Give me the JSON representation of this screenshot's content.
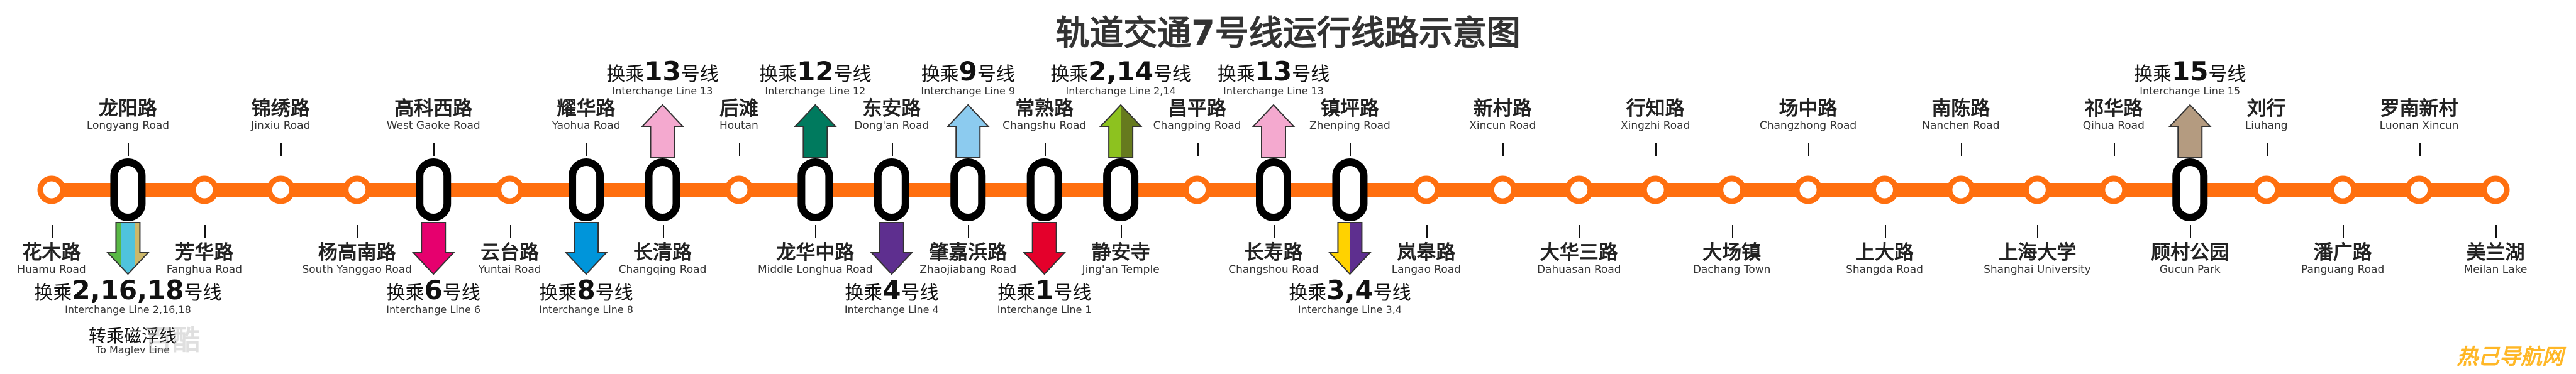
{
  "title": "轨道交通7号线运行线路示意图",
  "line_color": "#FF6F0F",
  "stations": [
    {
      "zh": "花木路",
      "en": "Huamu Road",
      "pos": "below"
    },
    {
      "zh": "龙阳路",
      "en": "Longyang Road",
      "pos": "above",
      "interchange": true
    },
    {
      "zh": "芳华路",
      "en": "Fanghua Road",
      "pos": "below"
    },
    {
      "zh": "锦绣路",
      "en": "Jinxiu Road",
      "pos": "above"
    },
    {
      "zh": "杨高南路",
      "en": "South Yanggao Road",
      "pos": "below"
    },
    {
      "zh": "高科西路",
      "en": "West Gaoke Road",
      "pos": "above",
      "interchange": true
    },
    {
      "zh": "云台路",
      "en": "Yuntai Road",
      "pos": "below"
    },
    {
      "zh": "耀华路",
      "en": "Yaohua Road",
      "pos": "above",
      "interchange": true
    },
    {
      "zh": "长清路",
      "en": "Changqing Road",
      "pos": "below",
      "interchange": true
    },
    {
      "zh": "后滩",
      "en": "Houtan",
      "pos": "above"
    },
    {
      "zh": "龙华中路",
      "en": "Middle Longhua Road",
      "pos": "below",
      "interchange": true
    },
    {
      "zh": "东安路",
      "en": "Dong'an Road",
      "pos": "above",
      "interchange": true
    },
    {
      "zh": "肇嘉浜路",
      "en": "Zhaojiabang Road",
      "pos": "below",
      "interchange": true
    },
    {
      "zh": "常熟路",
      "en": "Changshu Road",
      "pos": "above",
      "interchange": true
    },
    {
      "zh": "静安寺",
      "en": "Jing'an Temple",
      "pos": "below",
      "interchange": true
    },
    {
      "zh": "昌平路",
      "en": "Changping Road",
      "pos": "above"
    },
    {
      "zh": "长寿路",
      "en": "Changshou Road",
      "pos": "below",
      "interchange": true
    },
    {
      "zh": "镇坪路",
      "en": "Zhenping Road",
      "pos": "above",
      "interchange": true
    },
    {
      "zh": "岚皋路",
      "en": "Langao Road",
      "pos": "below"
    },
    {
      "zh": "新村路",
      "en": "Xincun Road",
      "pos": "above"
    },
    {
      "zh": "大华三路",
      "en": "Dahuasan Road",
      "pos": "below"
    },
    {
      "zh": "行知路",
      "en": "Xingzhi Road",
      "pos": "above"
    },
    {
      "zh": "大场镇",
      "en": "Dachang Town",
      "pos": "below"
    },
    {
      "zh": "场中路",
      "en": "Changzhong Road",
      "pos": "above"
    },
    {
      "zh": "上大路",
      "en": "Shangda Road",
      "pos": "below"
    },
    {
      "zh": "南陈路",
      "en": "Nanchen Road",
      "pos": "above"
    },
    {
      "zh": "上海大学",
      "en": "Shanghai University",
      "pos": "below"
    },
    {
      "zh": "祁华路",
      "en": "Qihua Road",
      "pos": "above"
    },
    {
      "zh": "顾村公园",
      "en": "Gucun Park",
      "pos": "below",
      "interchange": true
    },
    {
      "zh": "刘行",
      "en": "Liuhang",
      "pos": "above"
    },
    {
      "zh": "潘广路",
      "en": "Panguang Road",
      "pos": "below"
    },
    {
      "zh": "罗南新村",
      "en": "Luonan Xincun",
      "pos": "above"
    },
    {
      "zh": "美兰湖",
      "en": "Meilan Lake",
      "pos": "below"
    }
  ],
  "interchanges": [
    {
      "station": 1,
      "dir": "down",
      "pre": "换乘",
      "num": "2,16,18",
      "post": "号线",
      "en": "Interchange Line 2,16,18",
      "colors": [
        "#59B845",
        "#4FC3DE",
        "#CDB86A"
      ]
    },
    {
      "station": 5,
      "dir": "down",
      "pre": "换乘",
      "num": "6",
      "post": "号线",
      "en": "Interchange Line 6",
      "colors": [
        "#E6006E"
      ]
    },
    {
      "station": 7,
      "dir": "down",
      "pre": "换乘",
      "num": "8",
      "post": "号线",
      "en": "Interchange Line 8",
      "colors": [
        "#0095DA"
      ]
    },
    {
      "station": 8,
      "dir": "up",
      "pre": "换乘",
      "num": "13",
      "post": "号线",
      "en": "Interchange Line 13",
      "colors": [
        "#F4A9CF"
      ]
    },
    {
      "station": 10,
      "dir": "up",
      "pre": "换乘",
      "num": "12",
      "post": "号线",
      "en": "Interchange Line 12",
      "colors": [
        "#007A5E"
      ]
    },
    {
      "station": 11,
      "dir": "down",
      "pre": "换乘",
      "num": "4",
      "post": "号线",
      "en": "Interchange Line 4",
      "colors": [
        "#5E2F8F"
      ]
    },
    {
      "station": 12,
      "dir": "up",
      "pre": "换乘",
      "num": "9",
      "post": "号线",
      "en": "Interchange Line 9",
      "colors": [
        "#8CCBEF"
      ]
    },
    {
      "station": 13,
      "dir": "down",
      "pre": "换乘",
      "num": "1",
      "post": "号线",
      "en": "Interchange Line 1",
      "colors": [
        "#E4002B"
      ]
    },
    {
      "station": 14,
      "dir": "up",
      "pre": "换乘",
      "num": "2,14",
      "post": "号线",
      "en": "Interchange Line 2,14",
      "colors": [
        "#8DC21F",
        "#667A1E"
      ]
    },
    {
      "station": 16,
      "dir": "up",
      "pre": "换乘",
      "num": "13",
      "post": "号线",
      "en": "Interchange Line 13",
      "colors": [
        "#F4A9CF"
      ]
    },
    {
      "station": 17,
      "dir": "down",
      "pre": "换乘",
      "num": "3,4",
      "post": "号线",
      "en": "Interchange Line 3,4",
      "colors": [
        "#FFD200",
        "#5E2F8F"
      ]
    },
    {
      "station": 28,
      "dir": "up",
      "pre": "换乘",
      "num": "15",
      "post": "号线",
      "en": "Interchange Line 15",
      "colors": [
        "#B49B80"
      ]
    }
  ],
  "maglev_transfer": {
    "zh": "转乘磁浮线",
    "en": "To Maglev Line"
  },
  "watermark_left": "百酷",
  "watermark_right": "热己导航网"
}
